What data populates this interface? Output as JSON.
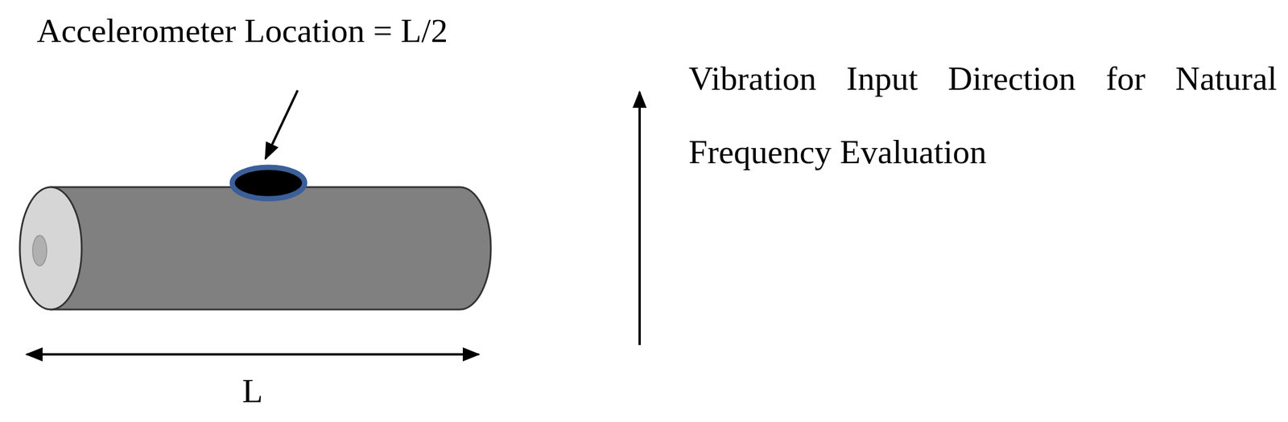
{
  "diagram": {
    "labels": [
      "Accelerometer Location = L/2",
      "Vibration Input Direction for Natural Frequency Evaluation",
      "L"
    ]
  }
}
